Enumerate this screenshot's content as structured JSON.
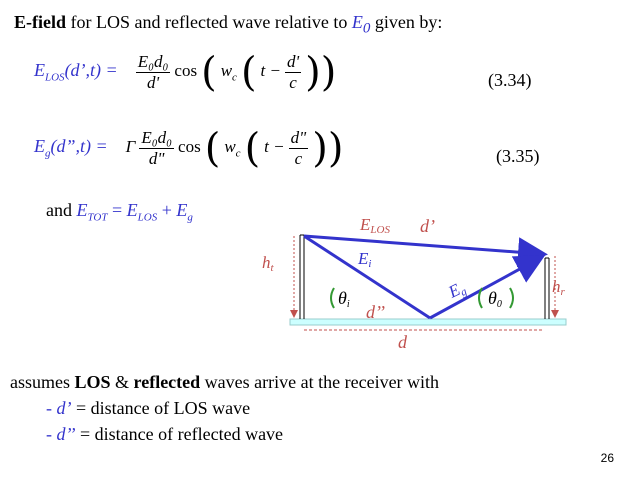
{
  "intro": {
    "bold_term": "E-field",
    "text_part1": " for LOS and reflected wave relative to ",
    "e0_symbol": "E",
    "e0_sub": "0",
    "text_part2": " given by:"
  },
  "eq1": {
    "lhs_E": "E",
    "lhs_sub": "LOS",
    "lhs_args": "(d’,t) =",
    "num": "E₀d₀",
    "den": "d'",
    "cos": "cos",
    "w": "w",
    "w_sub": "c",
    "t": "t −",
    "inner_num": "d'",
    "inner_den": "c",
    "number": "(3.34)"
  },
  "eq2": {
    "lhs_E": "E",
    "lhs_sub": "g",
    "lhs_args": "(d”,t) =",
    "gamma": "Γ",
    "num": "E₀d₀",
    "den": "d\"",
    "cos": "cos",
    "w": "w",
    "w_sub": "c",
    "t": "t −",
    "inner_num": "d\"",
    "inner_den": "c",
    "number": "(3.35)"
  },
  "total": {
    "and": "and ",
    "e": "E",
    "e_sub": "TOT",
    "eq": " = ",
    "e_los": "E",
    "e_los_sub": "LOS",
    "plus": " + ",
    "e_g": "E",
    "e_g_sub": "g"
  },
  "diagram": {
    "elos_label": "E",
    "elos_sub": "LOS",
    "dprime_label": "d’",
    "ht_label": "h",
    "ht_sub": "t",
    "ei_label": "E",
    "ei_sub": "i",
    "eg_label": "E",
    "eg_sub": "g",
    "hr_label": "h",
    "hr_sub": "r",
    "theta_i": "θ",
    "theta_i_sub": "i",
    "d2prime_label": "d’’",
    "theta_0": "θ",
    "theta_0_sub": "0",
    "d_label": "d",
    "colors": {
      "arrow": "#3333cc",
      "label": "#c0504d",
      "ground": "#ccffff"
    }
  },
  "assume": {
    "part1": "assumes ",
    "los": "LOS",
    "amp": " & ",
    "reflected": "reflected",
    "part2": " waves arrive at the receiver with"
  },
  "bullets": [
    {
      "dash": "- ",
      "sym": "d’",
      "text": " = distance of LOS wave"
    },
    {
      "dash": "- ",
      "sym": "d’’",
      "text": " = distance of reflected wave"
    }
  ],
  "page_number": "26"
}
